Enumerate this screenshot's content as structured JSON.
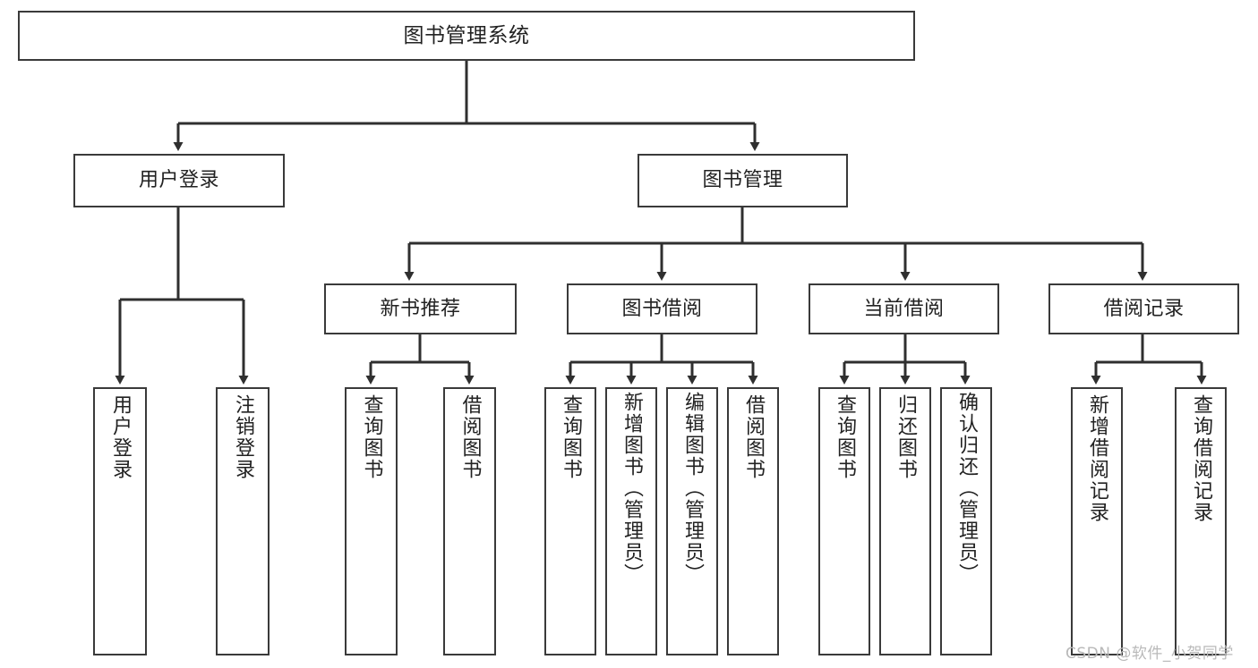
{
  "diagram": {
    "type": "tree-hierarchy-chart",
    "title": "图书管理系统",
    "orientation": "top-down",
    "colors": {
      "box_border": "#3a3a3a",
      "box_fill": "#ffffff",
      "connector": "#2f2f2f",
      "text": "#222222",
      "watermark": "#b9b9b9",
      "background": "#ffffff"
    },
    "root": {
      "id": "root",
      "label": "图书管理系统",
      "text_orientation": "horizontal"
    },
    "level2": [
      {
        "id": "user-login",
        "label": "用户登录",
        "text_orientation": "horizontal"
      },
      {
        "id": "book-management",
        "label": "图书管理",
        "text_orientation": "horizontal"
      }
    ],
    "level3": [
      {
        "id": "new-book-recommend",
        "label": "新书推荐",
        "parent": "book-management",
        "text_orientation": "horizontal"
      },
      {
        "id": "book-borrow",
        "label": "图书借阅",
        "parent": "book-management",
        "text_orientation": "horizontal"
      },
      {
        "id": "current-borrow",
        "label": "当前借阅",
        "parent": "book-management",
        "text_orientation": "horizontal"
      },
      {
        "id": "borrow-record",
        "label": "借阅记录",
        "parent": "book-management",
        "text_orientation": "horizontal"
      }
    ],
    "leaves": [
      {
        "id": "leaf-user-login",
        "label": "用户登录",
        "parent": "user-login",
        "text_orientation": "vertical"
      },
      {
        "id": "leaf-user-logout",
        "label": "注销登录",
        "parent": "user-login",
        "text_orientation": "vertical"
      },
      {
        "id": "leaf-query-book-recommend",
        "label": "查询图书",
        "parent": "new-book-recommend",
        "text_orientation": "vertical"
      },
      {
        "id": "leaf-borrow-book-recommend",
        "label": "借阅图书",
        "parent": "new-book-recommend",
        "text_orientation": "vertical"
      },
      {
        "id": "leaf-query-book-borrow",
        "label": "查询图书",
        "parent": "book-borrow",
        "text_orientation": "vertical"
      },
      {
        "id": "leaf-add-book",
        "label": "新增图书（管理员）",
        "parent": "book-borrow",
        "text_orientation": "vertical"
      },
      {
        "id": "leaf-edit-book",
        "label": "编辑图书（管理员）",
        "parent": "book-borrow",
        "text_orientation": "vertical"
      },
      {
        "id": "leaf-borrow-book",
        "label": "借阅图书",
        "parent": "book-borrow",
        "text_orientation": "vertical"
      },
      {
        "id": "leaf-query-book-current",
        "label": "查询图书",
        "parent": "current-borrow",
        "text_orientation": "vertical"
      },
      {
        "id": "leaf-return-book",
        "label": "归还图书",
        "parent": "current-borrow",
        "text_orientation": "vertical"
      },
      {
        "id": "leaf-confirm-return",
        "label": "确认归还（管理员）",
        "parent": "current-borrow",
        "text_orientation": "vertical"
      },
      {
        "id": "leaf-add-record",
        "label": "新增借阅记录",
        "parent": "borrow-record",
        "text_orientation": "vertical"
      },
      {
        "id": "leaf-query-record",
        "label": "查询借阅记录",
        "parent": "borrow-record",
        "text_orientation": "vertical"
      }
    ]
  },
  "watermark": {
    "text": "CSDN @软件_小贺同学"
  }
}
